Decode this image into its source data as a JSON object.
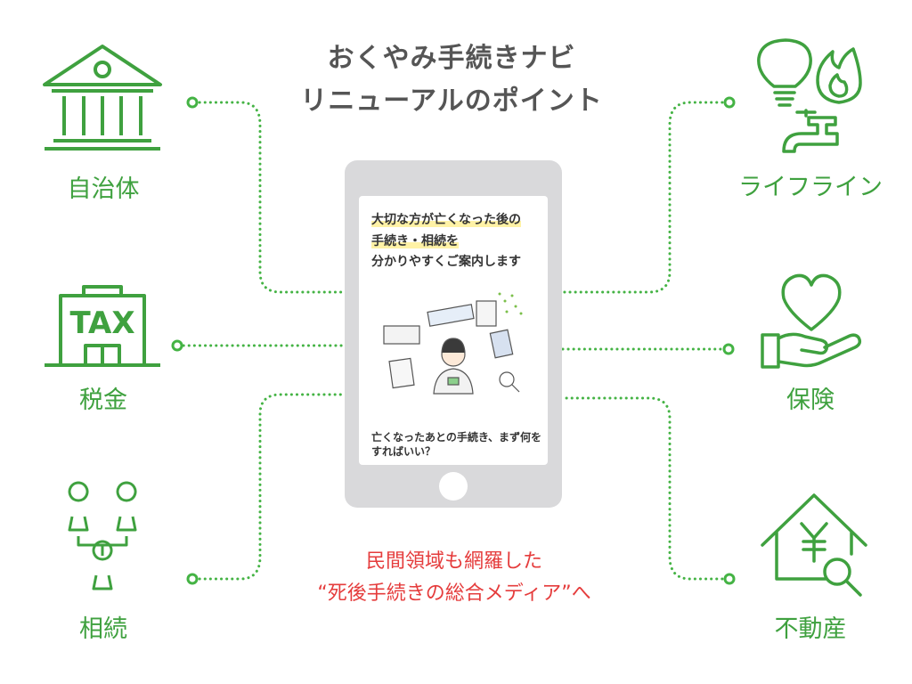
{
  "title": {
    "line1": "おくやみ手続きナビ",
    "line2": "リニューアルのポイント"
  },
  "labels": {
    "left": [
      "自治体",
      "税金",
      "相続"
    ],
    "right": [
      "ライフライン",
      "保険",
      "不動産"
    ]
  },
  "phone_screen": {
    "headline": [
      "大切な方が亡くなった後の",
      "手続き・相続を",
      "分かりやすくご案内します"
    ],
    "question": [
      "亡くなったあとの手続き、まず何を",
      "すればいい？"
    ]
  },
  "tagline": {
    "line1": "民間領域も網羅した",
    "line2": "“死後手続きの総合メディア”へ"
  },
  "icons": {
    "left": [
      "government-building-icon",
      "tax-office-icon",
      "inheritance-family-icon"
    ],
    "right": [
      "lifeline-utilities-icon",
      "insurance-heart-hand-icon",
      "real-estate-house-icon"
    ]
  },
  "colors": {
    "green": "#3fa13f",
    "dot_green": "#44b344",
    "red": "#e53c3c",
    "title_gray": "#555555",
    "phone_gray": "#d9d9db"
  }
}
